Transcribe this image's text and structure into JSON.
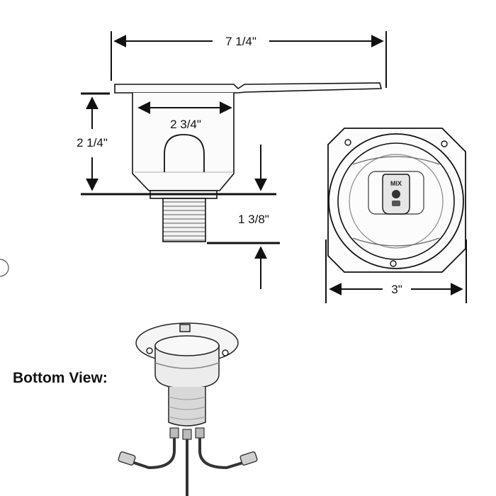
{
  "dimensions": {
    "overall_length": "7 1/4\"",
    "body_width": "2 3/4\"",
    "body_height": "2 1/4\"",
    "stem_height": "1 3/8\"",
    "flange_width": "3\""
  },
  "valve_label": "MIX",
  "bottom_view_label": "Bottom View:"
}
